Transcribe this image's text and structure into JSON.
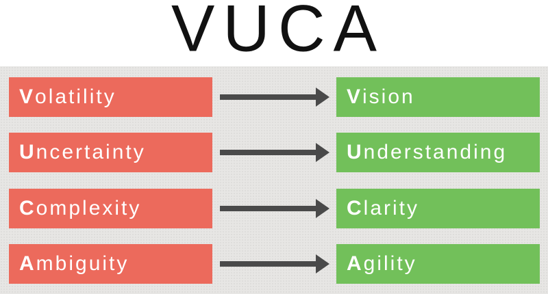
{
  "title": "VUCA",
  "rows": [
    {
      "left": {
        "initial": "V",
        "rest": "olatility"
      },
      "right": {
        "initial": "V",
        "rest": "ision"
      }
    },
    {
      "left": {
        "initial": "U",
        "rest": "ncertainty"
      },
      "right": {
        "initial": "U",
        "rest": "nderstanding"
      }
    },
    {
      "left": {
        "initial": "C",
        "rest": "omplexity"
      },
      "right": {
        "initial": "C",
        "rest": "larity"
      }
    },
    {
      "left": {
        "initial": "A",
        "rest": "mbiguity"
      },
      "right": {
        "initial": "A",
        "rest": "gility"
      }
    }
  ],
  "colors": {
    "problem_box": "#ec6a5c",
    "solution_box": "#72c05a",
    "arrow": "#4a4a4a",
    "panel_background": "#e7e6e4",
    "title_text": "#111111",
    "box_text": "#ffffff"
  }
}
